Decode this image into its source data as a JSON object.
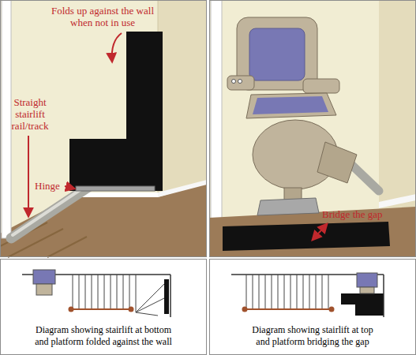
{
  "diagram": {
    "nodes": [
      {
        "text": [
          "Diagram showing stairlift at bottom and platform folded against the wall"
        ]
      },
      {
        "text": [
          "Diagram showing stairlift at top and platform bridging the gap"
        ]
      }
    ],
    "labels": [
      "Folds up against the wall when not in use",
      "Straight stairlift rail/track",
      "Hinge",
      "Bridge the gap"
    ]
  }
}
